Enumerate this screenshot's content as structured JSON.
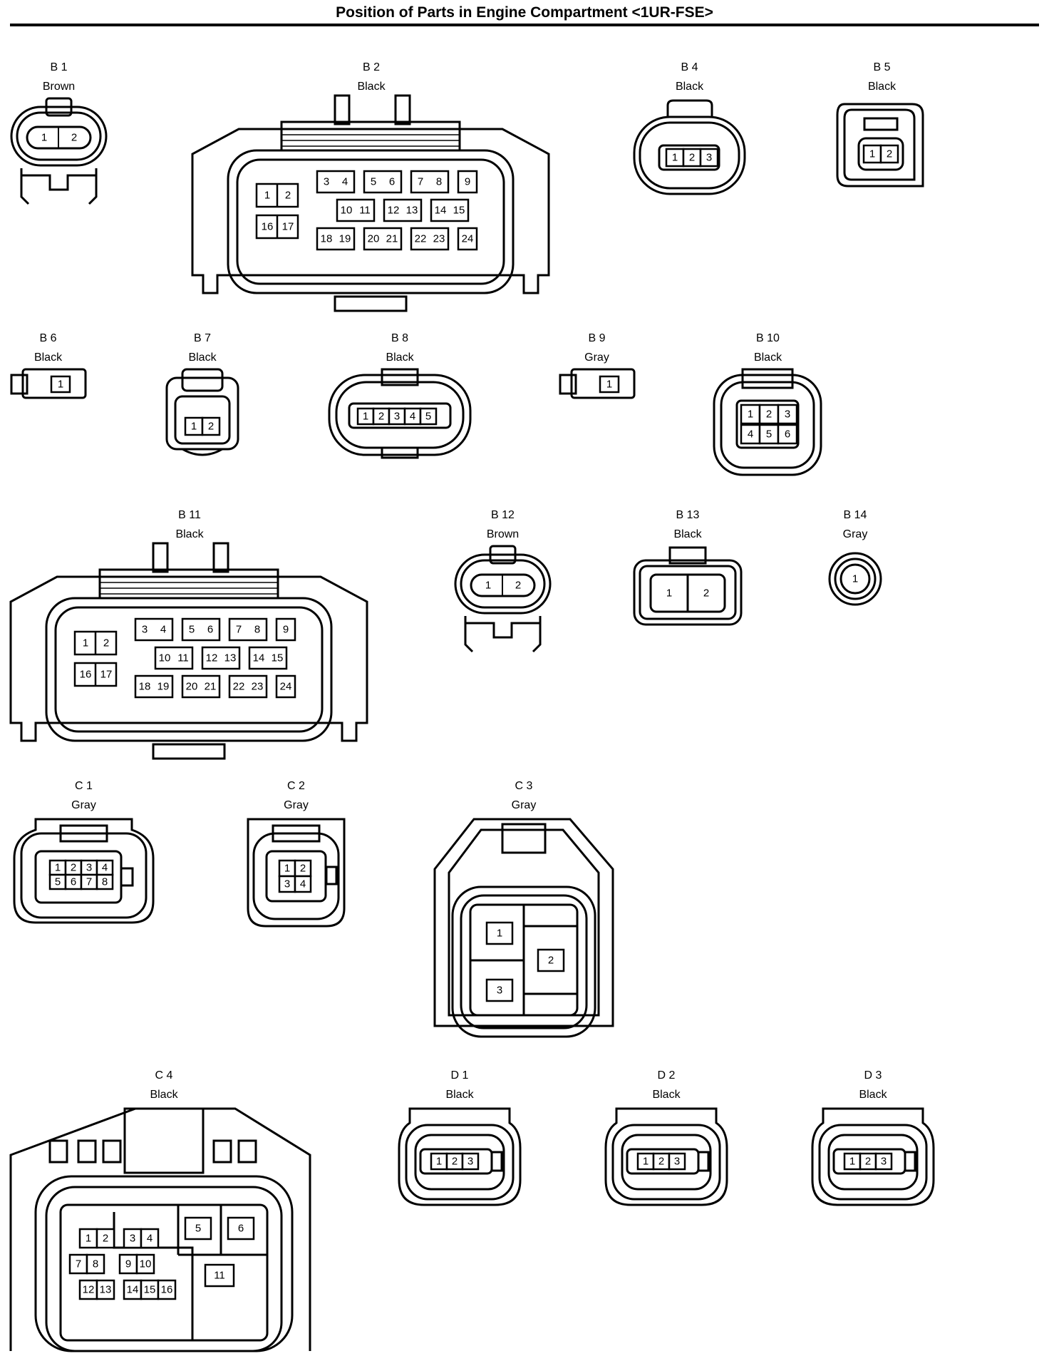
{
  "title": "Position of Parts in Engine Compartment <1UR-FSE>",
  "connectors": [
    {
      "id": "B 1",
      "color": "Brown",
      "pins": [
        "1",
        "2"
      ]
    },
    {
      "id": "B 2",
      "color": "Black",
      "pins": [
        "1",
        "2",
        "3",
        "4",
        "5",
        "6",
        "7",
        "8",
        "9",
        "10",
        "11",
        "12",
        "13",
        "14",
        "15",
        "16",
        "17",
        "18",
        "19",
        "20",
        "21",
        "22",
        "23",
        "24"
      ]
    },
    {
      "id": "B 4",
      "color": "Black",
      "pins": [
        "1",
        "2",
        "3"
      ]
    },
    {
      "id": "B 5",
      "color": "Black",
      "pins": [
        "1",
        "2"
      ]
    },
    {
      "id": "B 6",
      "color": "Black",
      "pins": [
        "1"
      ]
    },
    {
      "id": "B 7",
      "color": "Black",
      "pins": [
        "1",
        "2"
      ]
    },
    {
      "id": "B 8",
      "color": "Black",
      "pins": [
        "1",
        "2",
        "3",
        "4",
        "5"
      ]
    },
    {
      "id": "B 9",
      "color": "Gray",
      "pins": [
        "1"
      ]
    },
    {
      "id": "B 10",
      "color": "Black",
      "pins": [
        "1",
        "2",
        "3",
        "4",
        "5",
        "6"
      ]
    },
    {
      "id": "B 11",
      "color": "Black",
      "pins": [
        "1",
        "2",
        "3",
        "4",
        "5",
        "6",
        "7",
        "8",
        "9",
        "10",
        "11",
        "12",
        "13",
        "14",
        "15",
        "16",
        "17",
        "18",
        "19",
        "20",
        "21",
        "22",
        "23",
        "24"
      ]
    },
    {
      "id": "B 12",
      "color": "Brown",
      "pins": [
        "1",
        "2"
      ]
    },
    {
      "id": "B 13",
      "color": "Black",
      "pins": [
        "1",
        "2"
      ]
    },
    {
      "id": "B 14",
      "color": "Gray",
      "pins": [
        "1"
      ]
    },
    {
      "id": "C 1",
      "color": "Gray",
      "pins": [
        "1",
        "2",
        "3",
        "4",
        "5",
        "6",
        "7",
        "8"
      ]
    },
    {
      "id": "C 2",
      "color": "Gray",
      "pins": [
        "1",
        "2",
        "3",
        "4"
      ]
    },
    {
      "id": "C 3",
      "color": "Gray",
      "pins": [
        "1",
        "2",
        "3"
      ]
    },
    {
      "id": "C 4",
      "color": "Black",
      "pins": [
        "1",
        "2",
        "3",
        "4",
        "5",
        "6",
        "7",
        "8",
        "9",
        "10",
        "11",
        "12",
        "13",
        "14",
        "15",
        "16"
      ]
    },
    {
      "id": "D 1",
      "color": "Black",
      "pins": [
        "1",
        "2",
        "3"
      ]
    },
    {
      "id": "D 2",
      "color": "Black",
      "pins": [
        "1",
        "2",
        "3"
      ]
    },
    {
      "id": "D 3",
      "color": "Black",
      "pins": [
        "1",
        "2",
        "3"
      ]
    }
  ]
}
